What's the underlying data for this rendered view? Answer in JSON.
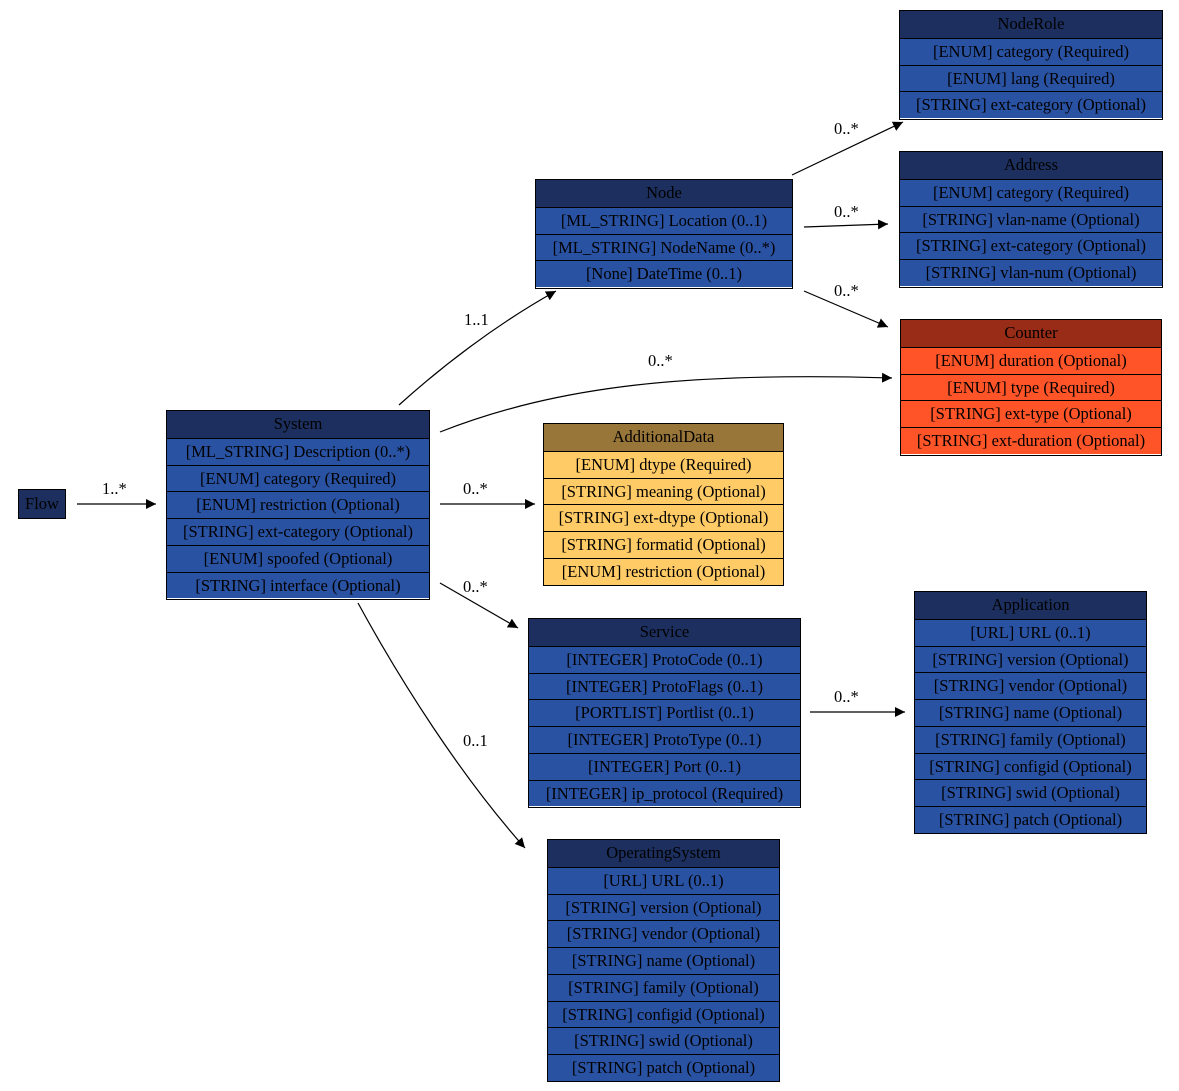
{
  "colors": {
    "navy_header": "#1c2f5e",
    "blue_row": "#2a52a3",
    "gold_header": "#987538",
    "gold_row": "#ffcb66",
    "red_header": "#992c17",
    "red_row": "#ff5428"
  },
  "nodes": {
    "flow": {
      "title": "Flow",
      "fields": []
    },
    "system": {
      "title": "System",
      "fields": [
        "[ML_STRING] Description (0..*)",
        "[ENUM] category (Required)",
        "[ENUM] restriction (Optional)",
        "[STRING] ext-category (Optional)",
        "[ENUM] spoofed (Optional)",
        "[STRING] interface (Optional)"
      ]
    },
    "node": {
      "title": "Node",
      "fields": [
        "[ML_STRING] Location (0..1)",
        "[ML_STRING] NodeName (0..*)",
        "[None] DateTime (0..1)"
      ]
    },
    "noderole": {
      "title": "NodeRole",
      "fields": [
        "[ENUM] category (Required)",
        "[ENUM] lang (Required)",
        "[STRING] ext-category (Optional)"
      ]
    },
    "address": {
      "title": "Address",
      "fields": [
        "[ENUM] category (Required)",
        "[STRING] vlan-name (Optional)",
        "[STRING] ext-category (Optional)",
        "[STRING] vlan-num (Optional)"
      ]
    },
    "counter": {
      "title": "Counter",
      "fields": [
        "[ENUM] duration (Optional)",
        "[ENUM] type (Required)",
        "[STRING] ext-type (Optional)",
        "[STRING] ext-duration (Optional)"
      ]
    },
    "additionaldata": {
      "title": "AdditionalData",
      "fields": [
        "[ENUM] dtype (Required)",
        "[STRING] meaning (Optional)",
        "[STRING] ext-dtype (Optional)",
        "[STRING] formatid (Optional)",
        "[ENUM] restriction (Optional)"
      ]
    },
    "service": {
      "title": "Service",
      "fields": [
        "[INTEGER] ProtoCode (0..1)",
        "[INTEGER] ProtoFlags (0..1)",
        "[PORTLIST] Portlist (0..1)",
        "[INTEGER] ProtoType (0..1)",
        "[INTEGER] Port (0..1)",
        "[INTEGER] ip_protocol (Required)"
      ]
    },
    "application": {
      "title": "Application",
      "fields": [
        "[URL] URL (0..1)",
        "[STRING] version (Optional)",
        "[STRING] vendor (Optional)",
        "[STRING] name (Optional)",
        "[STRING] family (Optional)",
        "[STRING] configid (Optional)",
        "[STRING] swid (Optional)",
        "[STRING] patch (Optional)"
      ]
    },
    "operatingsystem": {
      "title": "OperatingSystem",
      "fields": [
        "[URL] URL (0..1)",
        "[STRING] version (Optional)",
        "[STRING] vendor (Optional)",
        "[STRING] name (Optional)",
        "[STRING] family (Optional)",
        "[STRING] configid (Optional)",
        "[STRING] swid (Optional)",
        "[STRING] patch (Optional)"
      ]
    }
  },
  "edges": [
    {
      "from": "flow",
      "to": "system",
      "label": "1..*"
    },
    {
      "from": "system",
      "to": "node",
      "label": "1..1"
    },
    {
      "from": "system",
      "to": "counter",
      "label": "0..*"
    },
    {
      "from": "system",
      "to": "additionaldata",
      "label": "0..*"
    },
    {
      "from": "system",
      "to": "service",
      "label": "0..*"
    },
    {
      "from": "system",
      "to": "operatingsystem",
      "label": "0..1"
    },
    {
      "from": "node",
      "to": "noderole",
      "label": "0..*"
    },
    {
      "from": "node",
      "to": "address",
      "label": "0..*"
    },
    {
      "from": "node",
      "to": "counter",
      "label": "0..*"
    },
    {
      "from": "service",
      "to": "application",
      "label": "0..*"
    }
  ]
}
